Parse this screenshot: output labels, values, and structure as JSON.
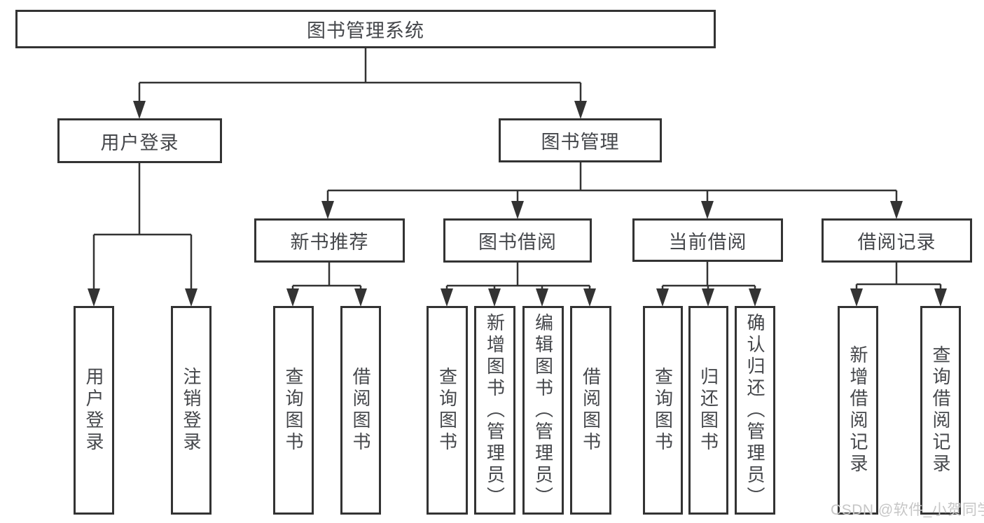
{
  "colors": {
    "line": "#333333",
    "border": "#333333",
    "text": "#45474b",
    "background": "#ffffff",
    "watermark": "#c6c6c6"
  },
  "tree": {
    "label": "图书管理系统",
    "children": [
      {
        "label": "用户登录",
        "children": [
          {
            "label": "用户登录"
          },
          {
            "label": "注销登录"
          }
        ]
      },
      {
        "label": "图书管理",
        "children": [
          {
            "label": "新书推荐",
            "children": [
              {
                "label": "查询图书"
              },
              {
                "label": "借阅图书"
              }
            ]
          },
          {
            "label": "图书借阅",
            "children": [
              {
                "label": "查询图书"
              },
              {
                "label": "新增图书（管理员）"
              },
              {
                "label": "编辑图书（管理员）"
              },
              {
                "label": "借阅图书"
              }
            ]
          },
          {
            "label": "当前借阅",
            "children": [
              {
                "label": "查询图书"
              },
              {
                "label": "归还图书"
              },
              {
                "label": "确认归还（管理员）"
              }
            ]
          },
          {
            "label": "借阅记录",
            "children": [
              {
                "label": "新增借阅记录"
              },
              {
                "label": "查询借阅记录"
              }
            ]
          }
        ]
      }
    ]
  },
  "watermark": {
    "text": "CSDN @软件_小贺同学"
  }
}
